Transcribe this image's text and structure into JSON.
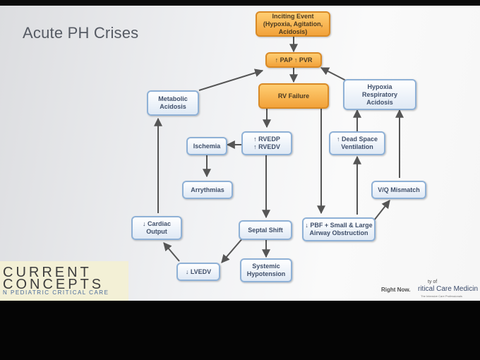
{
  "slide": {
    "title": "Acute PH Crises"
  },
  "nodes": {
    "inciting": {
      "label": "Inciting Event",
      "sub": "(Hypoxia, Agitation, Acidosis)"
    },
    "pap_pvr": {
      "label": "↑ PAP  ↑ PVR"
    },
    "rv_failure": {
      "label": "RV Failure"
    },
    "metabolic": {
      "label": "Metabolic\nAcidosis"
    },
    "hypoxia": {
      "label": "Hypoxia\nRespiratory\nAcidosis"
    },
    "rvedp": {
      "label": "↑ RVEDP\n↑ RVEDV"
    },
    "ischemia": {
      "label": "Ischemia"
    },
    "arrythmias": {
      "label": "Arrythmias"
    },
    "dead_space": {
      "label": "↑ Dead Space\nVentilation"
    },
    "vq": {
      "label": "V/Q Mismatch"
    },
    "cardiac_output": {
      "label": "↓ Cardiac\nOutput"
    },
    "septal": {
      "label": "Septal Shift"
    },
    "pbf": {
      "label": "↓ PBF + Small & Large\nAirway Obstruction"
    },
    "lvedv": {
      "label": "↓ LVEDV"
    },
    "systemic": {
      "label": "Systemic\nHypotension"
    }
  },
  "logos": {
    "line1": "CURRENT",
    "line2": "CONCEPTS",
    "line3": "N PEDIATRIC CRITICAL CARE",
    "rightnow": "Right Now.",
    "sponsor_top": "ty of",
    "sponsor_main": "ritical Care Medicin",
    "sponsor_tag": "The Intensive Care Professionals"
  },
  "colors": {
    "box_border": "#8fb1d6",
    "box_fill": "#dfe9f5",
    "orange_fill": "#f2a23a",
    "arrow": "#555555"
  }
}
